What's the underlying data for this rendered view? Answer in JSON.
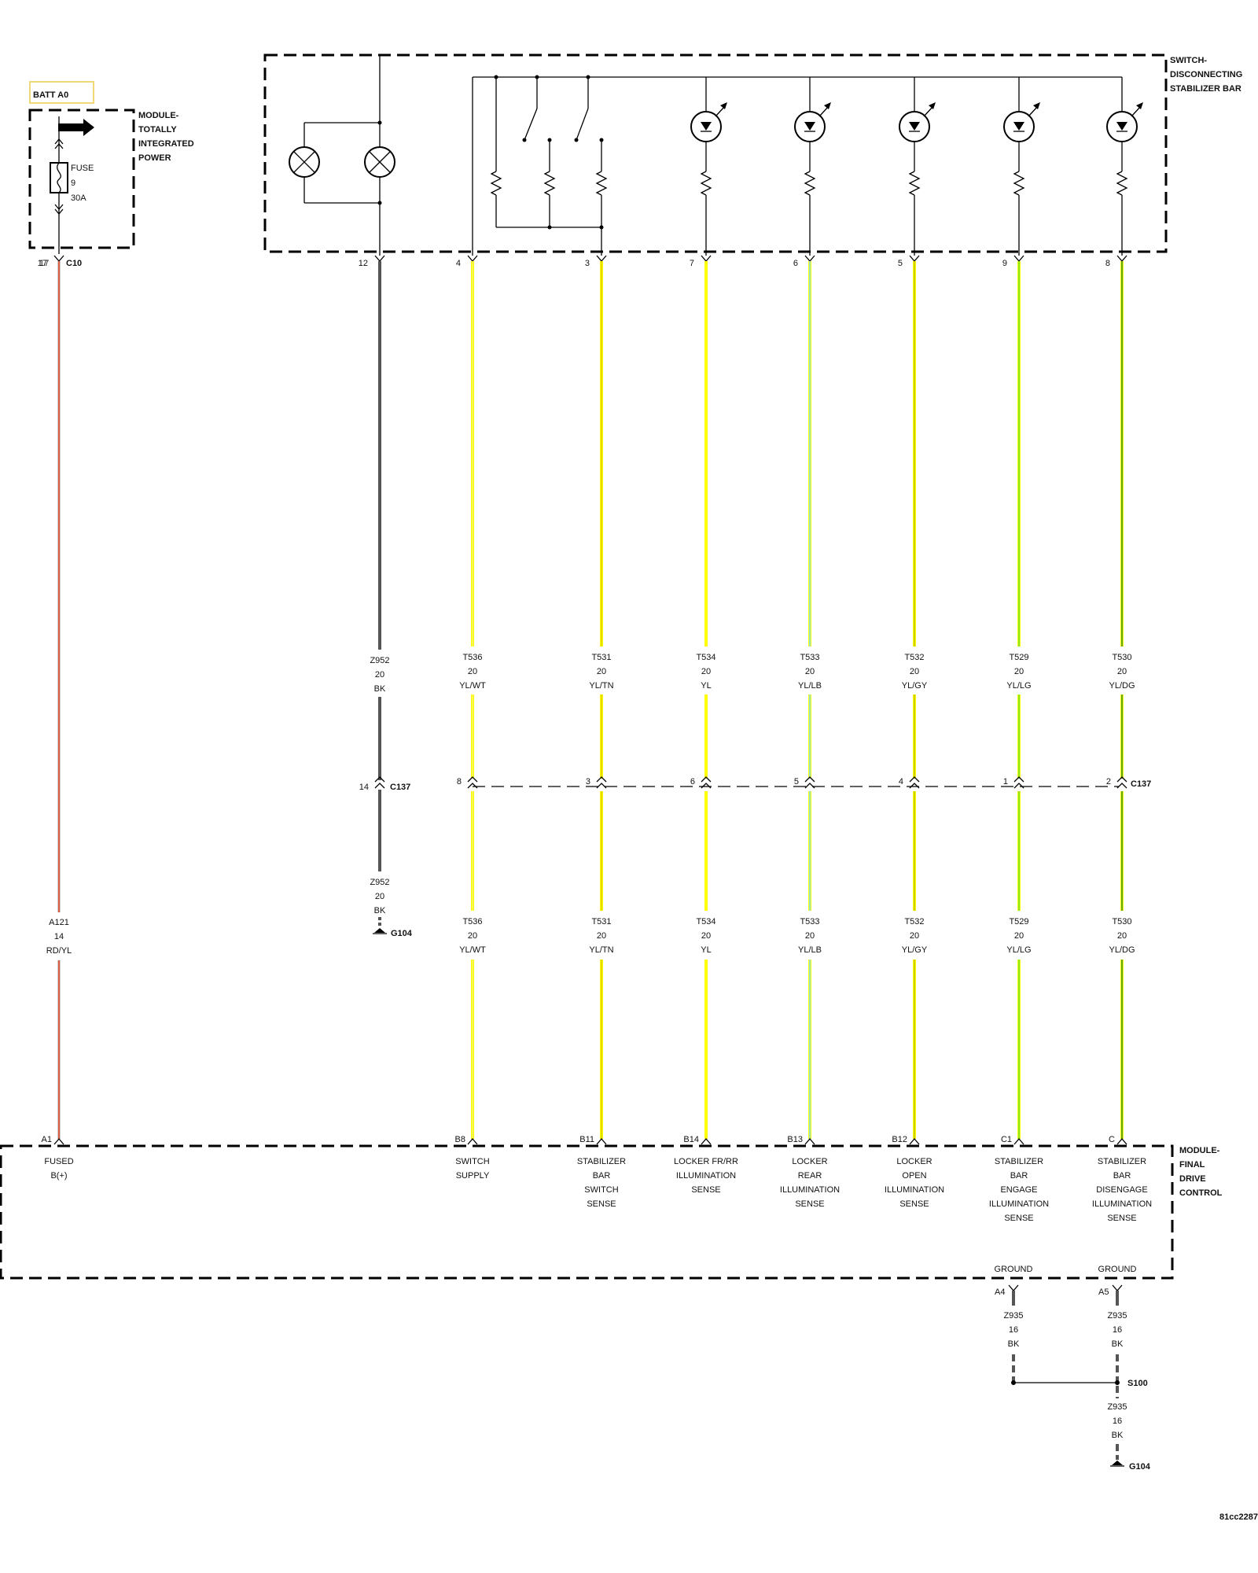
{
  "colors": {
    "background": "#ffffff",
    "ink": "#000000",
    "RD/YL": "#e23a14",
    "RD/YL_stripe": "#f2c200",
    "BK": "#555555",
    "YL": "#ffff00",
    "YL/WT": "#f4f46a",
    "YL/TN": "#d8d000",
    "YL/LB": "#7fd8ff",
    "YL/GY": "#c0c000",
    "YL/LG": "#66dd33",
    "YL/DG": "#2e8b22",
    "batt_box": "#f0d878"
  },
  "batt_label": "BATT A0",
  "module_tip": {
    "name": [
      "MODULE-",
      "TOTALLY",
      "INTEGRATED",
      "POWER"
    ],
    "fuse": [
      "FUSE",
      "9",
      "30A"
    ]
  },
  "switch_module": {
    "name": [
      "SWITCH-",
      "DISCONNECTING",
      "STABILIZER BAR"
    ]
  },
  "fdc_module": {
    "name": [
      "MODULE-",
      "FINAL",
      "DRIVE",
      "CONTROL"
    ]
  },
  "connectors": {
    "c10": "C10",
    "c137": "C137",
    "s100": "S100",
    "g104": "G104"
  },
  "fuse_pin": "17",
  "c137_bk_pin": "14",
  "ground_label": "GROUND",
  "circuits": [
    {
      "id": "a121",
      "top_pin": "17",
      "wire": [
        "A121",
        "14",
        "RD/YL"
      ],
      "c137_pin": "",
      "fdc_pin": "A1",
      "fdc_label": [
        "FUSED",
        "B(+)"
      ]
    },
    {
      "id": "z952",
      "top_pin": "12",
      "wire": [
        "Z952",
        "20",
        "BK"
      ],
      "wire2": [
        "Z952",
        "20",
        "BK"
      ],
      "c137_pin": "14"
    },
    {
      "id": "t536",
      "top_pin": "4",
      "wire": [
        "T536",
        "20",
        "YL/WT"
      ],
      "c137_pin": "8",
      "fdc_pin": "B8",
      "fdc_label": [
        "SWITCH",
        "SUPPLY"
      ]
    },
    {
      "id": "t531",
      "top_pin": "3",
      "wire": [
        "T531",
        "20",
        "YL/TN"
      ],
      "c137_pin": "3",
      "fdc_pin": "B11",
      "fdc_label": [
        "STABILIZER",
        "BAR",
        "SWITCH",
        "SENSE"
      ]
    },
    {
      "id": "t534",
      "top_pin": "7",
      "wire": [
        "T534",
        "20",
        "YL"
      ],
      "c137_pin": "6",
      "fdc_pin": "B14",
      "fdc_label": [
        "LOCKER FR/RR",
        "ILLUMINATION",
        "SENSE"
      ]
    },
    {
      "id": "t533",
      "top_pin": "6",
      "wire": [
        "T533",
        "20",
        "YL/LB"
      ],
      "c137_pin": "5",
      "fdc_pin": "B13",
      "fdc_label": [
        "LOCKER",
        "REAR",
        "ILLUMINATION",
        "SENSE"
      ]
    },
    {
      "id": "t532",
      "top_pin": "5",
      "wire": [
        "T532",
        "20",
        "YL/GY"
      ],
      "c137_pin": "4",
      "fdc_pin": "B12",
      "fdc_label": [
        "LOCKER",
        "OPEN",
        "ILLUMINATION",
        "SENSE"
      ]
    },
    {
      "id": "t529",
      "top_pin": "9",
      "wire": [
        "T529",
        "20",
        "YL/LG"
      ],
      "c137_pin": "1",
      "fdc_pin": "C1",
      "fdc_label": [
        "STABILIZER",
        "BAR",
        "ENGAGE",
        "ILLUMINATION",
        "SENSE"
      ]
    },
    {
      "id": "t530",
      "top_pin": "8",
      "wire": [
        "T530",
        "20",
        "YL/DG"
      ],
      "c137_pin": "2",
      "fdc_pin": "C",
      "fdc_label": [
        "STABILIZER",
        "BAR",
        "DISENGAGE",
        "ILLUMINATION",
        "SENSE"
      ]
    }
  ],
  "grounds": [
    {
      "pin": "A4",
      "wire": [
        "Z935",
        "16",
        "BK"
      ]
    },
    {
      "pin": "A5",
      "wire": [
        "Z935",
        "16",
        "BK"
      ]
    }
  ],
  "ground_after_splice": [
    "Z935",
    "16",
    "BK"
  ],
  "figure_id": "81cc2287"
}
